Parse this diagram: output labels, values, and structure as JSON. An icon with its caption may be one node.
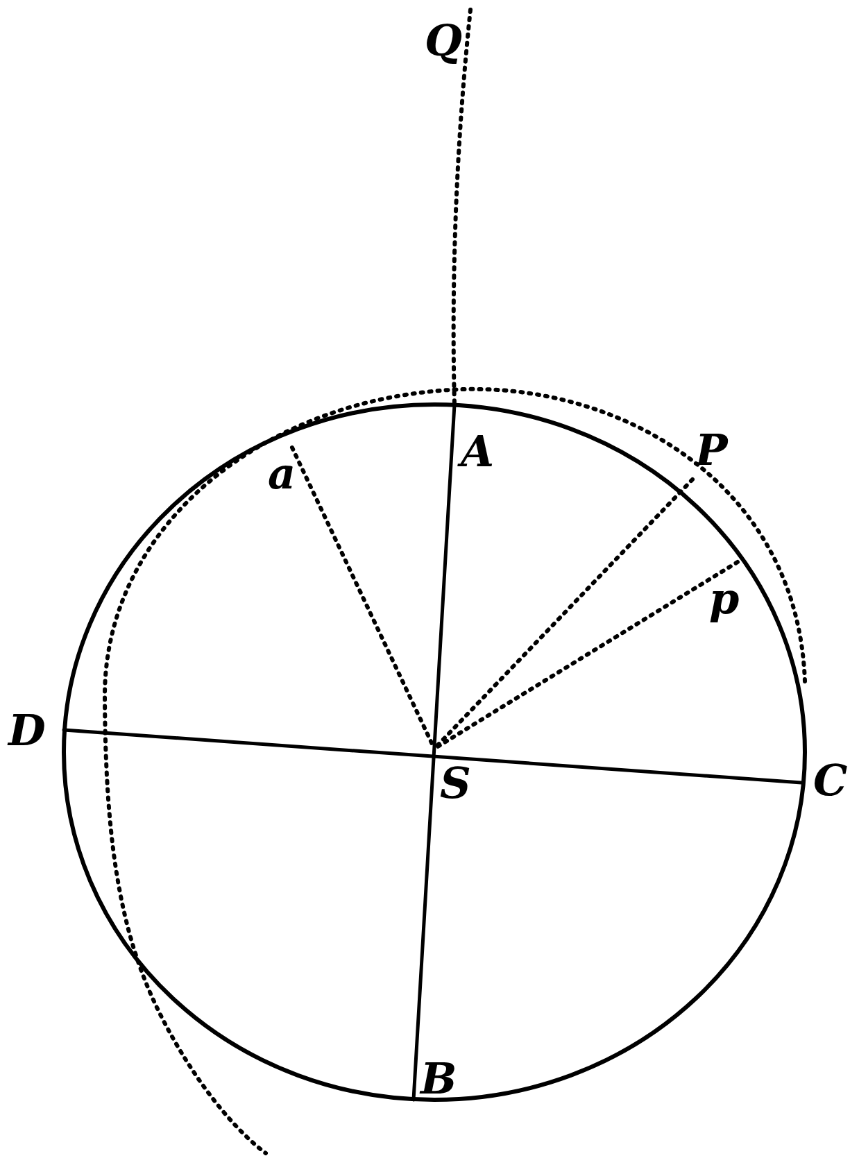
{
  "diagram": {
    "nodes": [
      {
        "text": [
          "Q"
        ]
      },
      {
        "text": [
          "A"
        ]
      },
      {
        "text": [
          "P"
        ]
      },
      {
        "text": [
          "a"
        ]
      },
      {
        "text": [
          "p"
        ]
      },
      {
        "text": [
          "D"
        ]
      },
      {
        "text": [
          "C"
        ]
      },
      {
        "text": [
          "S"
        ]
      },
      {
        "text": [
          "B"
        ]
      }
    ],
    "edges": [
      {
        "from": 0,
        "to": 1,
        "arrow": "none",
        "style": "dashed"
      },
      {
        "from": 1,
        "to": 8,
        "arrow": "none"
      },
      {
        "from": 5,
        "to": 6,
        "arrow": "none"
      },
      {
        "from": 3,
        "to": 7,
        "arrow": "none",
        "style": "dashed"
      },
      {
        "from": 2,
        "to": 7,
        "arrow": "none",
        "style": "dashed"
      },
      {
        "from": 4,
        "to": 7,
        "arrow": "none",
        "style": "dashed"
      }
    ]
  }
}
